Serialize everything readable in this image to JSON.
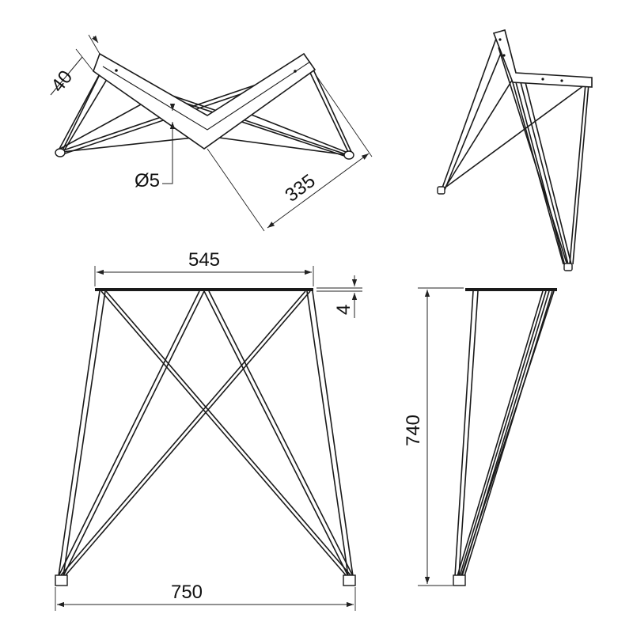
{
  "dimensions": {
    "plate_width": "40",
    "rod_diameter": "Ø5",
    "diagonal_length": "335",
    "top_width": "545",
    "plate_thickness": "4",
    "base_width": "750",
    "height": "740"
  }
}
